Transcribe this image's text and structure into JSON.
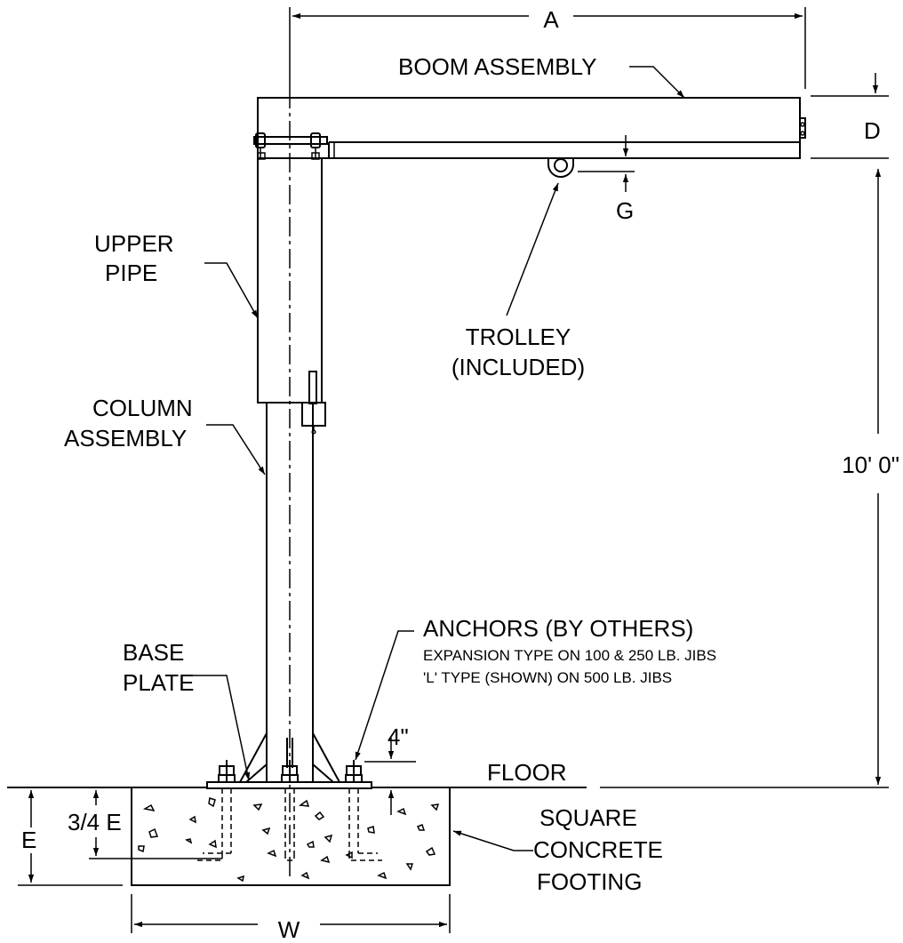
{
  "labels": {
    "dim_a": "A",
    "boom_assembly": "BOOM ASSEMBLY",
    "dim_d": "D",
    "dim_g": "G",
    "upper_pipe_1": "UPPER",
    "upper_pipe_2": "PIPE",
    "trolley_1": "TROLLEY",
    "trolley_2": "(INCLUDED)",
    "column_assembly_1": "COLUMN",
    "column_assembly_2": "ASSEMBLY",
    "height": "10' 0\"",
    "anchors": "ANCHORS (BY OTHERS)",
    "anchors_note_1": "EXPANSION TYPE ON 100 & 250 LB. JIBS",
    "anchors_note_2": "'L' TYPE (SHOWN) ON 500 LB. JIBS",
    "base_plate_1": "BASE",
    "base_plate_2": "PLATE",
    "dim_4in": "4\"",
    "floor": "FLOOR",
    "dim_e": "E",
    "dim_three_quarter_e": "3/4 E",
    "footing_1": "SQUARE",
    "footing_2": "CONCRETE",
    "footing_3": "FOOTING",
    "dim_w": "W"
  }
}
